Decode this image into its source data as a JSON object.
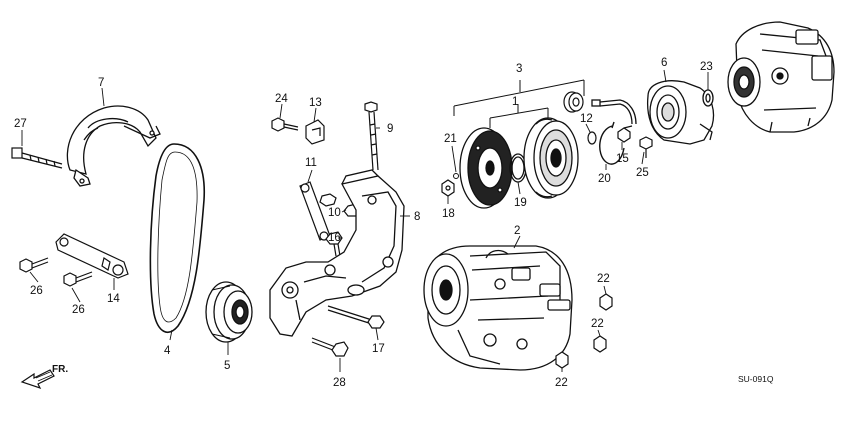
{
  "diagram": {
    "labels": {
      "n1": "1",
      "n2": "2",
      "n3": "3",
      "n4": "4",
      "n5": "5",
      "n6": "6",
      "n7": "7",
      "n8": "8",
      "n9": "9",
      "n10": "10",
      "n11": "11",
      "n12": "12",
      "n13": "13",
      "n14": "14",
      "n15": "15",
      "n16": "16",
      "n17": "17",
      "n18": "18",
      "n19": "19",
      "n20": "20",
      "n21": "21",
      "n22a": "22",
      "n22b": "22",
      "n22c": "22",
      "n23": "23",
      "n24": "24",
      "n25": "25",
      "n26a": "26",
      "n26b": "26",
      "n27": "27",
      "n28": "28"
    },
    "direction_marker": "FR.",
    "diagram_code": "SU-091Q"
  }
}
